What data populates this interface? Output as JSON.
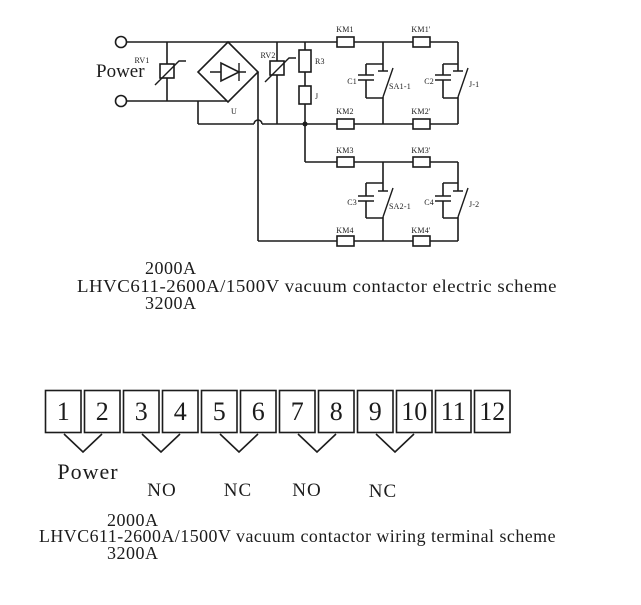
{
  "electric_scheme": {
    "power_label": "Power",
    "rating_top": "2000A",
    "title": "LHVC611-2600A/1500V vacuum contactor electric scheme",
    "rating_bottom": "3200A",
    "components": {
      "rv1": "RV1",
      "rv2": "RV2",
      "bridge": "U",
      "r3": "R3",
      "j": "J",
      "km1": "KM1",
      "km1p": "KM1'",
      "km2": "KM2",
      "km2p": "KM2'",
      "km3": "KM3",
      "km3p": "KM3'",
      "km4": "KM4",
      "km4p": "KM4'",
      "c1": "C1",
      "c2": "C2",
      "c3": "C3",
      "c4": "C4",
      "sa1": "SA1-1",
      "sa2": "SA2-1",
      "j1": "J-1",
      "j2": "J-2"
    }
  },
  "terminal_scheme": {
    "cells": [
      "1",
      "2",
      "3",
      "4",
      "5",
      "6",
      "7",
      "8",
      "9",
      "10",
      "11",
      "12"
    ],
    "groups": [
      "Power",
      "NO",
      "NC",
      "NO",
      "NC"
    ],
    "rating_top": "2000A",
    "title": "LHVC611-2600A/1500V vacuum contactor wiring terminal scheme",
    "rating_bottom": "3200A"
  },
  "colors": {
    "ink": "#1c1c1c",
    "background": "#ffffff"
  }
}
